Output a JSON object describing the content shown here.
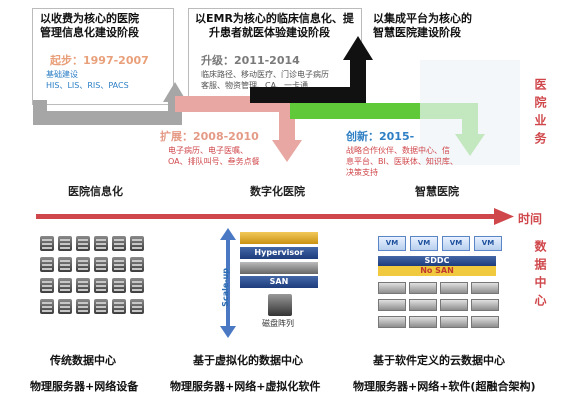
{
  "phases": [
    {
      "title_line1": "以收费为核心的医院",
      "title_line2": "管理信息化建设阶段",
      "label": "起步：1997-2007",
      "items_line1": "基础建设",
      "items_line2": "HIS、LIS、RIS、PACS"
    },
    {
      "title_line1": "以EMR为核心的临床信息化、提",
      "title_line2": "升患者就医体验建设阶段",
      "label": "升级：2011-2014",
      "items_line1": "临床路径、移动医疗、门诊电子病历",
      "items_line2": "客服、物资管理、CA、一卡通"
    },
    {
      "title_line1": "以集成平台为核心的",
      "title_line2": "智慧医院建设阶段",
      "label": "创新：2015-",
      "items_line1": "战略合作伙伴、数据中心、信",
      "items_line2": "息平台、BI、医联体、知识库、",
      "items_line3": "决策支持"
    }
  ],
  "expand": {
    "label": "扩展：2008-2010",
    "items_line1": "电子病历、电子医嘱、",
    "items_line2": "OA、排队叫号、叁务点餐"
  },
  "stages": [
    "医院信息化",
    "数字化医院",
    "智慧医院"
  ],
  "right_top_label": "医院业务",
  "timeline_label": "时间",
  "right_bottom_label": "数据中心",
  "datacenters": [
    {
      "title": "传统数据中心",
      "subtitle": "物理服务器+网络设备"
    },
    {
      "title": "基于虚拟化的数据中心",
      "subtitle": "物理服务器+网络+虚拟化软件"
    },
    {
      "title": "基于软件定义的云数据中心",
      "subtitle": "物理服务器+网络+软件(超融合架构)"
    }
  ],
  "virt": {
    "hypervisor": "Hypervisor",
    "san": "SAN",
    "scale": "Scale-up",
    "disk": "磁盘阵列"
  },
  "cloud": {
    "vm": "VM",
    "sddc": "SDDC",
    "nosan": "No SAN"
  },
  "colors": {
    "red": "#d0474b",
    "green": "#5fc93a",
    "pink": "#e8a7a2",
    "black": "#111111",
    "gray": "#a6a6a6"
  }
}
